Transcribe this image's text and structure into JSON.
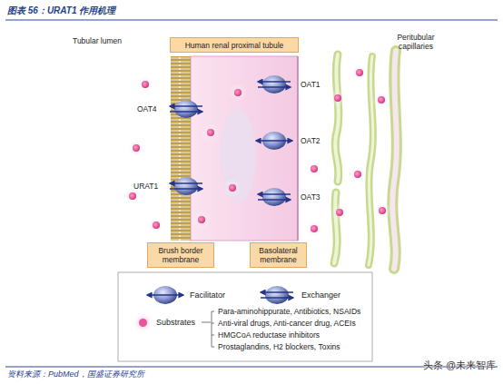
{
  "diagram": {
    "title": "图表 56：URAT1 作用机理",
    "caption": "资料来源：PubMed，国盛证券研究所",
    "nodes": [
      {
        "text": [
          "Human renal proximal tubule"
        ]
      },
      {
        "text": [
          "Brush border membrane"
        ]
      },
      {
        "text": [
          "Basolateral membrane"
        ]
      }
    ],
    "edges": [],
    "labels": [
      "Tubular lumen",
      "Peritubular capillaries",
      "OAT4",
      "URAT1",
      "OAT1",
      "OAT2",
      "OAT3",
      "Para-aminohippurate, Antibiotics, NSAIDs",
      "Anti-viral drugs, Anti-cancer drug, ACEIs",
      "HMGCoA reductase inhibitors",
      "Prostaglandins, H2 blockers, Toxins",
      "头条 @未来智库"
    ],
    "legend": [
      {
        "text": "Facilitator"
      },
      {
        "text": "Exchanger"
      },
      {
        "text": "Substrates",
        "color": "#e8559a"
      }
    ]
  }
}
